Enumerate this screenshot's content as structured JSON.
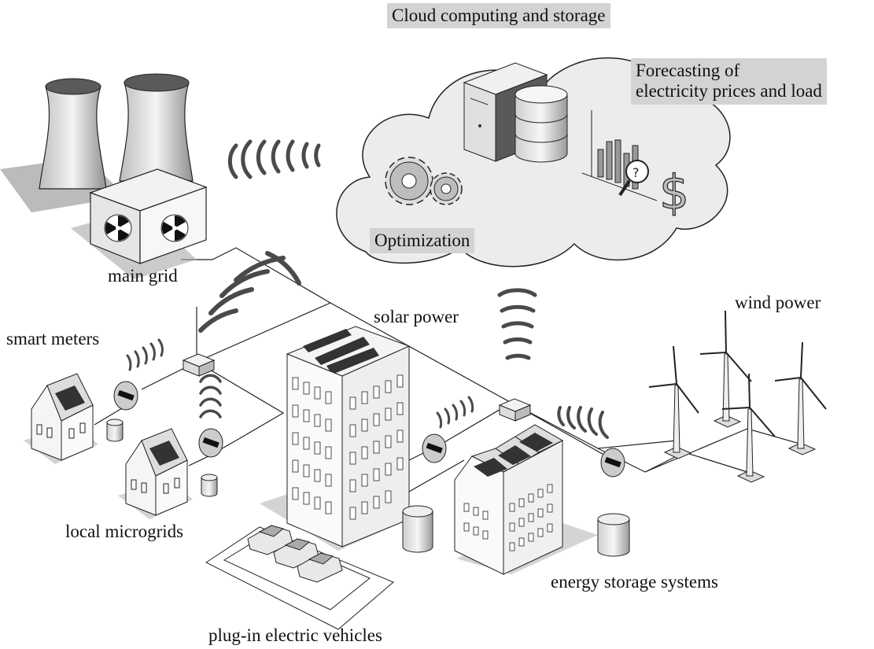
{
  "labels": {
    "cloud": "Cloud computing and storage",
    "forecast_line1": "Forecasting of",
    "forecast_line2": "electricity prices and load",
    "optimization": "Optimization",
    "main_grid": "main grid",
    "smart_meters": "smart meters",
    "solar_power": "solar power",
    "wind_power": "wind power",
    "local_microgrids": "local microgrids",
    "energy_storage": "energy storage systems",
    "ev": "plug-in electric vehicles"
  },
  "icons": {
    "cooling_towers": "cooling-towers-icon",
    "nuclear": "radiation-icon",
    "server": "server-icon",
    "database": "database-icon",
    "gears": "gear-icon",
    "chart": "bar-chart-icon",
    "dollar": "dollar-icon",
    "wifi": "wireless-signal-icon",
    "meter": "smart-meter-icon",
    "battery": "battery-icon",
    "wind_turbine": "wind-turbine-icon",
    "car": "car-icon",
    "house": "house-icon",
    "office": "office-building-icon",
    "factory": "factory-icon"
  },
  "colors": {
    "label_box": "#d3d3d3",
    "cloud_fill": "#ececec",
    "ink": "#111111"
  }
}
